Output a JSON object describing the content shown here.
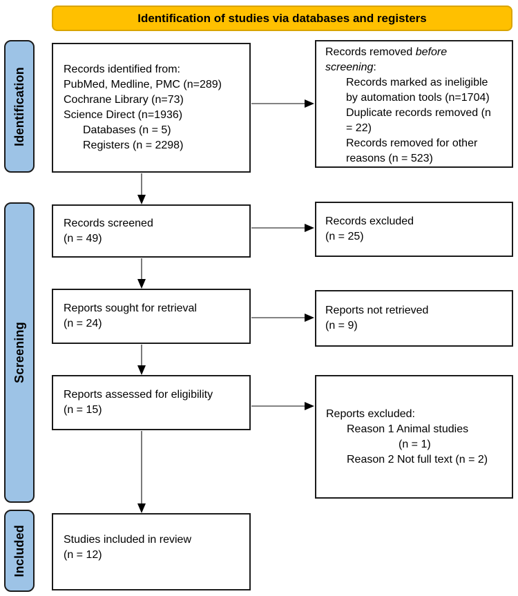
{
  "header": {
    "title": "Identification of studies via databases and registers"
  },
  "stages": {
    "identification": "Identification",
    "screening": "Screening",
    "included": "Included"
  },
  "boxes": {
    "records_identified": {
      "lines": [
        "Records identified from:",
        "PubMed, Medline, PMC (n=289)",
        "Cochrane Library (n=73)",
        "Science Direct (n=1936)"
      ],
      "indented_lines": [
        "Databases (n = 5)",
        "Registers (n = 2298)"
      ]
    },
    "records_removed": {
      "title_line1_normal": "Records removed ",
      "title_line1_italic": "before",
      "title_line2_italic": "screening",
      "title_line2_suffix": ":",
      "items": [
        "Records marked as ineligible by automation tools (n=1704)",
        "Duplicate records removed (n = 22)",
        "Records removed for other reasons (n = 523)"
      ]
    },
    "records_screened": {
      "line1": "Records screened",
      "line2": "(n = 49)"
    },
    "records_excluded": {
      "line1": "Records excluded",
      "line2": "(n = 25)"
    },
    "reports_sought": {
      "line1": "Reports sought for retrieval",
      "line2": "(n = 24)"
    },
    "reports_not_retrieved": {
      "line1": "Reports not retrieved",
      "line2": "(n = 9)"
    },
    "reports_assessed": {
      "line1": "Reports assessed for eligibility",
      "line2": "(n = 15)"
    },
    "reports_excluded": {
      "title": "Reports excluded:",
      "reason1": "Reason 1 Animal studies",
      "reason1_count": "(n = 1)",
      "reason2": "Reason 2 Not full text (n = 2)"
    },
    "studies_included": {
      "line1": "Studies included in review",
      "line2": "(n = 12)"
    }
  },
  "colors": {
    "banner_fill": "#FFC000",
    "banner_border": "#D9A400",
    "stage_fill": "#9DC3E6",
    "box_border": "#1A1A1A",
    "arrow_line": "#595959",
    "arrow_head": "#000000"
  }
}
